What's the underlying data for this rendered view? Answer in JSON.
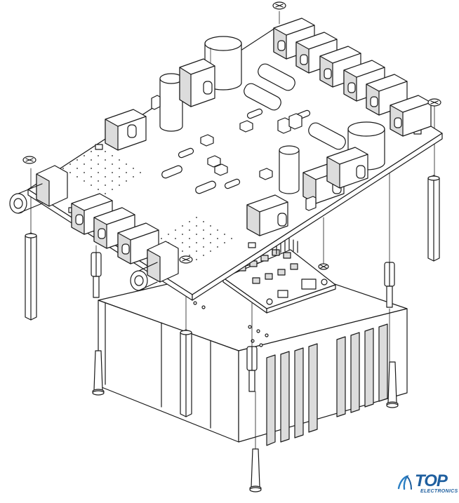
{
  "logo": {
    "word": "TOP",
    "sub": "ELECTRONICS",
    "color": "#1f5f9f",
    "accent": "#2b7fc4"
  },
  "diagram": {
    "line_color": "#1a1a1a",
    "fill_color": "#ffffff",
    "shade_color": "#dcdcdc",
    "components": [
      "main-pcb",
      "small-pcb",
      "heatsink",
      "bnc-connector-top",
      "bnc-connector-bottom",
      "electrolytic-capacitor",
      "audio-jacks",
      "standoffs",
      "screws",
      "spring-clips"
    ]
  }
}
